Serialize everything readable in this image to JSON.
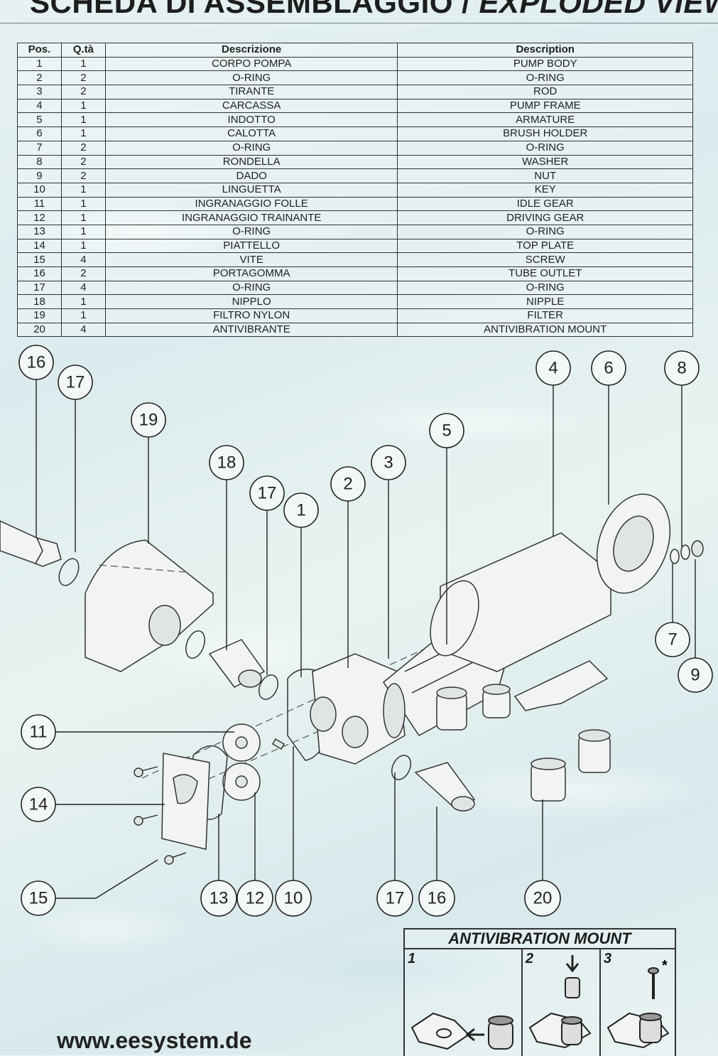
{
  "title": {
    "main": "SCHEDA DI ASSEMBLAGGIO",
    "separator": " / ",
    "sub": "EXPLODED VIEW"
  },
  "table": {
    "headers": [
      "Pos.",
      "Q.tà",
      "Descrizione",
      "Description"
    ],
    "rows": [
      [
        "1",
        "1",
        "CORPO POMPA",
        "PUMP BODY"
      ],
      [
        "2",
        "2",
        "O-RING",
        "O-RING"
      ],
      [
        "3",
        "2",
        "TIRANTE",
        "ROD"
      ],
      [
        "4",
        "1",
        "CARCASSA",
        "PUMP FRAME"
      ],
      [
        "5",
        "1",
        "INDOTTO",
        "ARMATURE"
      ],
      [
        "6",
        "1",
        "CALOTTA",
        "BRUSH HOLDER"
      ],
      [
        "7",
        "2",
        "O-RING",
        "O-RING"
      ],
      [
        "8",
        "2",
        "RONDELLA",
        "WASHER"
      ],
      [
        "9",
        "2",
        "DADO",
        "NUT"
      ],
      [
        "10",
        "1",
        "LINGUETTA",
        "KEY"
      ],
      [
        "11",
        "1",
        "INGRANAGGIO FOLLE",
        "IDLE GEAR"
      ],
      [
        "12",
        "1",
        "INGRANAGGIO TRAINANTE",
        "DRIVING GEAR"
      ],
      [
        "13",
        "1",
        "O-RING",
        "O-RING"
      ],
      [
        "14",
        "1",
        "PIATTELLO",
        "TOP PLATE"
      ],
      [
        "15",
        "4",
        "VITE",
        "SCREW"
      ],
      [
        "16",
        "2",
        "PORTAGOMMA",
        "TUBE OUTLET"
      ],
      [
        "17",
        "4",
        "O-RING",
        "O-RING"
      ],
      [
        "18",
        "1",
        "NIPPLO",
        "NIPPLE"
      ],
      [
        "19",
        "1",
        "FILTRO NYLON",
        "FILTER"
      ],
      [
        "20",
        "4",
        "ANTIVIBRANTE",
        "ANTIVIBRATION MOUNT"
      ]
    ]
  },
  "callouts": [
    "16",
    "17",
    "19",
    "18",
    "17",
    "1",
    "2",
    "3",
    "5",
    "4",
    "6",
    "8",
    "7",
    "9",
    "11",
    "14",
    "15",
    "13",
    "12",
    "10",
    "17",
    "16",
    "20"
  ],
  "antivibration": {
    "title": "ANTIVIBRATION MOUNT",
    "steps": [
      "1",
      "2",
      "3"
    ],
    "asterisk": "*"
  },
  "website": "www.eesystem.de"
}
